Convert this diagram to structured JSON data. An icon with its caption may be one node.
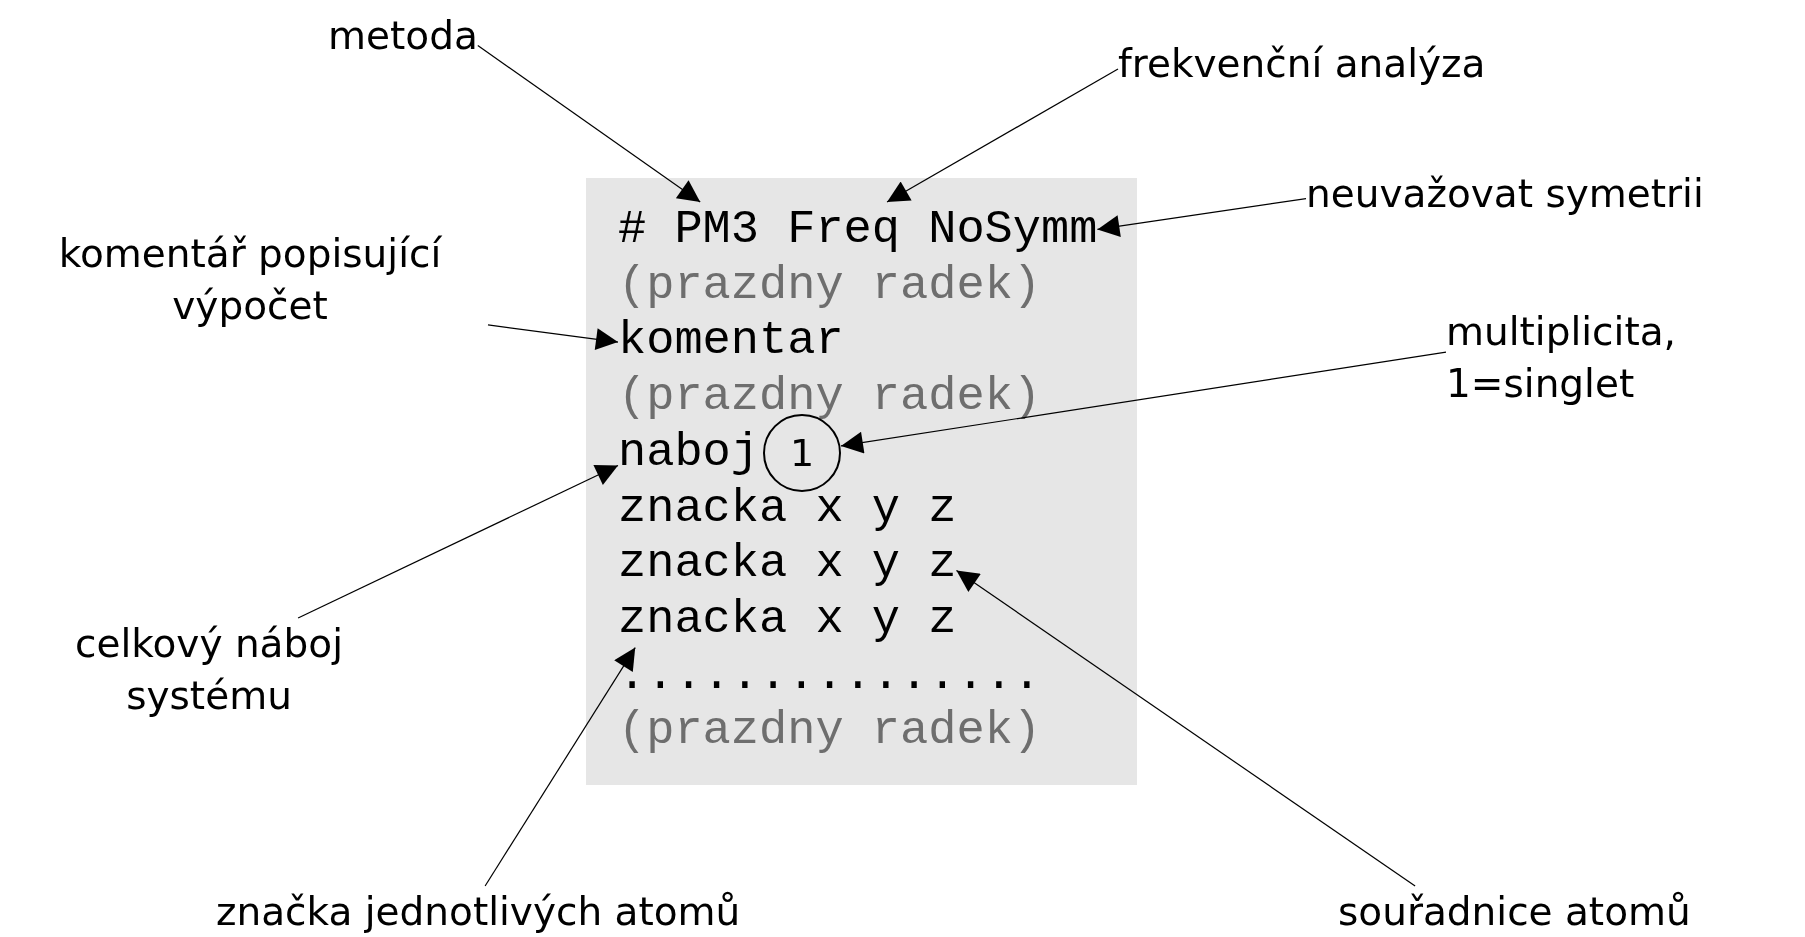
{
  "diagram": {
    "nodes": [
      {
        "text": [],
        "shape": "box"
      },
      {
        "text": [
          "#"
        ],
        "in": 0
      },
      {
        "text": [
          "PM3"
        ],
        "in": 0
      },
      {
        "text": [
          "Freq"
        ],
        "in": 0
      },
      {
        "text": [
          "NoSymm"
        ],
        "in": 0
      },
      {
        "text": [
          "(prazdny radek)"
        ],
        "in": 0
      },
      {
        "text": [
          "komentar"
        ],
        "in": 0
      },
      {
        "text": [
          "(prazdny radek)"
        ],
        "in": 0
      },
      {
        "text": [
          "naboj"
        ],
        "in": 0
      },
      {
        "text": [
          "1"
        ],
        "in": 0
      },
      {
        "text": [
          "znacka x y z"
        ],
        "in": 0
      },
      {
        "text": [
          "znacka x y z"
        ],
        "in": 0
      },
      {
        "text": [
          "znacka x y z"
        ],
        "in": 0
      },
      {
        "text": [
          "..............."
        ],
        "in": 0
      },
      {
        "text": [
          "(prazdny radek)"
        ],
        "in": 0
      },
      {
        "text": [
          "metoda"
        ]
      },
      {
        "text": [
          "frekvenční analýza"
        ]
      },
      {
        "text": [
          "neuvažovat symetrii"
        ]
      },
      {
        "text": [
          "komentář popisující výpočet"
        ]
      },
      {
        "text": [
          "multiplicita, 1=singlet"
        ]
      },
      {
        "text": [
          "celkový náboj systému"
        ]
      },
      {
        "text": [
          "značka jednotlivých atomů"
        ]
      },
      {
        "text": [
          "souřadnice atomů"
        ]
      }
    ],
    "edges": [
      {
        "from": 15,
        "to": 2,
        "arrow": "to"
      },
      {
        "from": 16,
        "to": 3,
        "arrow": "to"
      },
      {
        "from": 17,
        "to": 4,
        "arrow": "to"
      },
      {
        "from": 18,
        "to": 6,
        "arrow": "to"
      },
      {
        "from": 19,
        "to": 9,
        "arrow": "to"
      },
      {
        "from": 20,
        "to": 8,
        "arrow": "to"
      },
      {
        "from": 21,
        "to": 12,
        "arrow": "to"
      },
      {
        "from": 22,
        "to": 11,
        "arrow": "to"
      }
    ]
  }
}
